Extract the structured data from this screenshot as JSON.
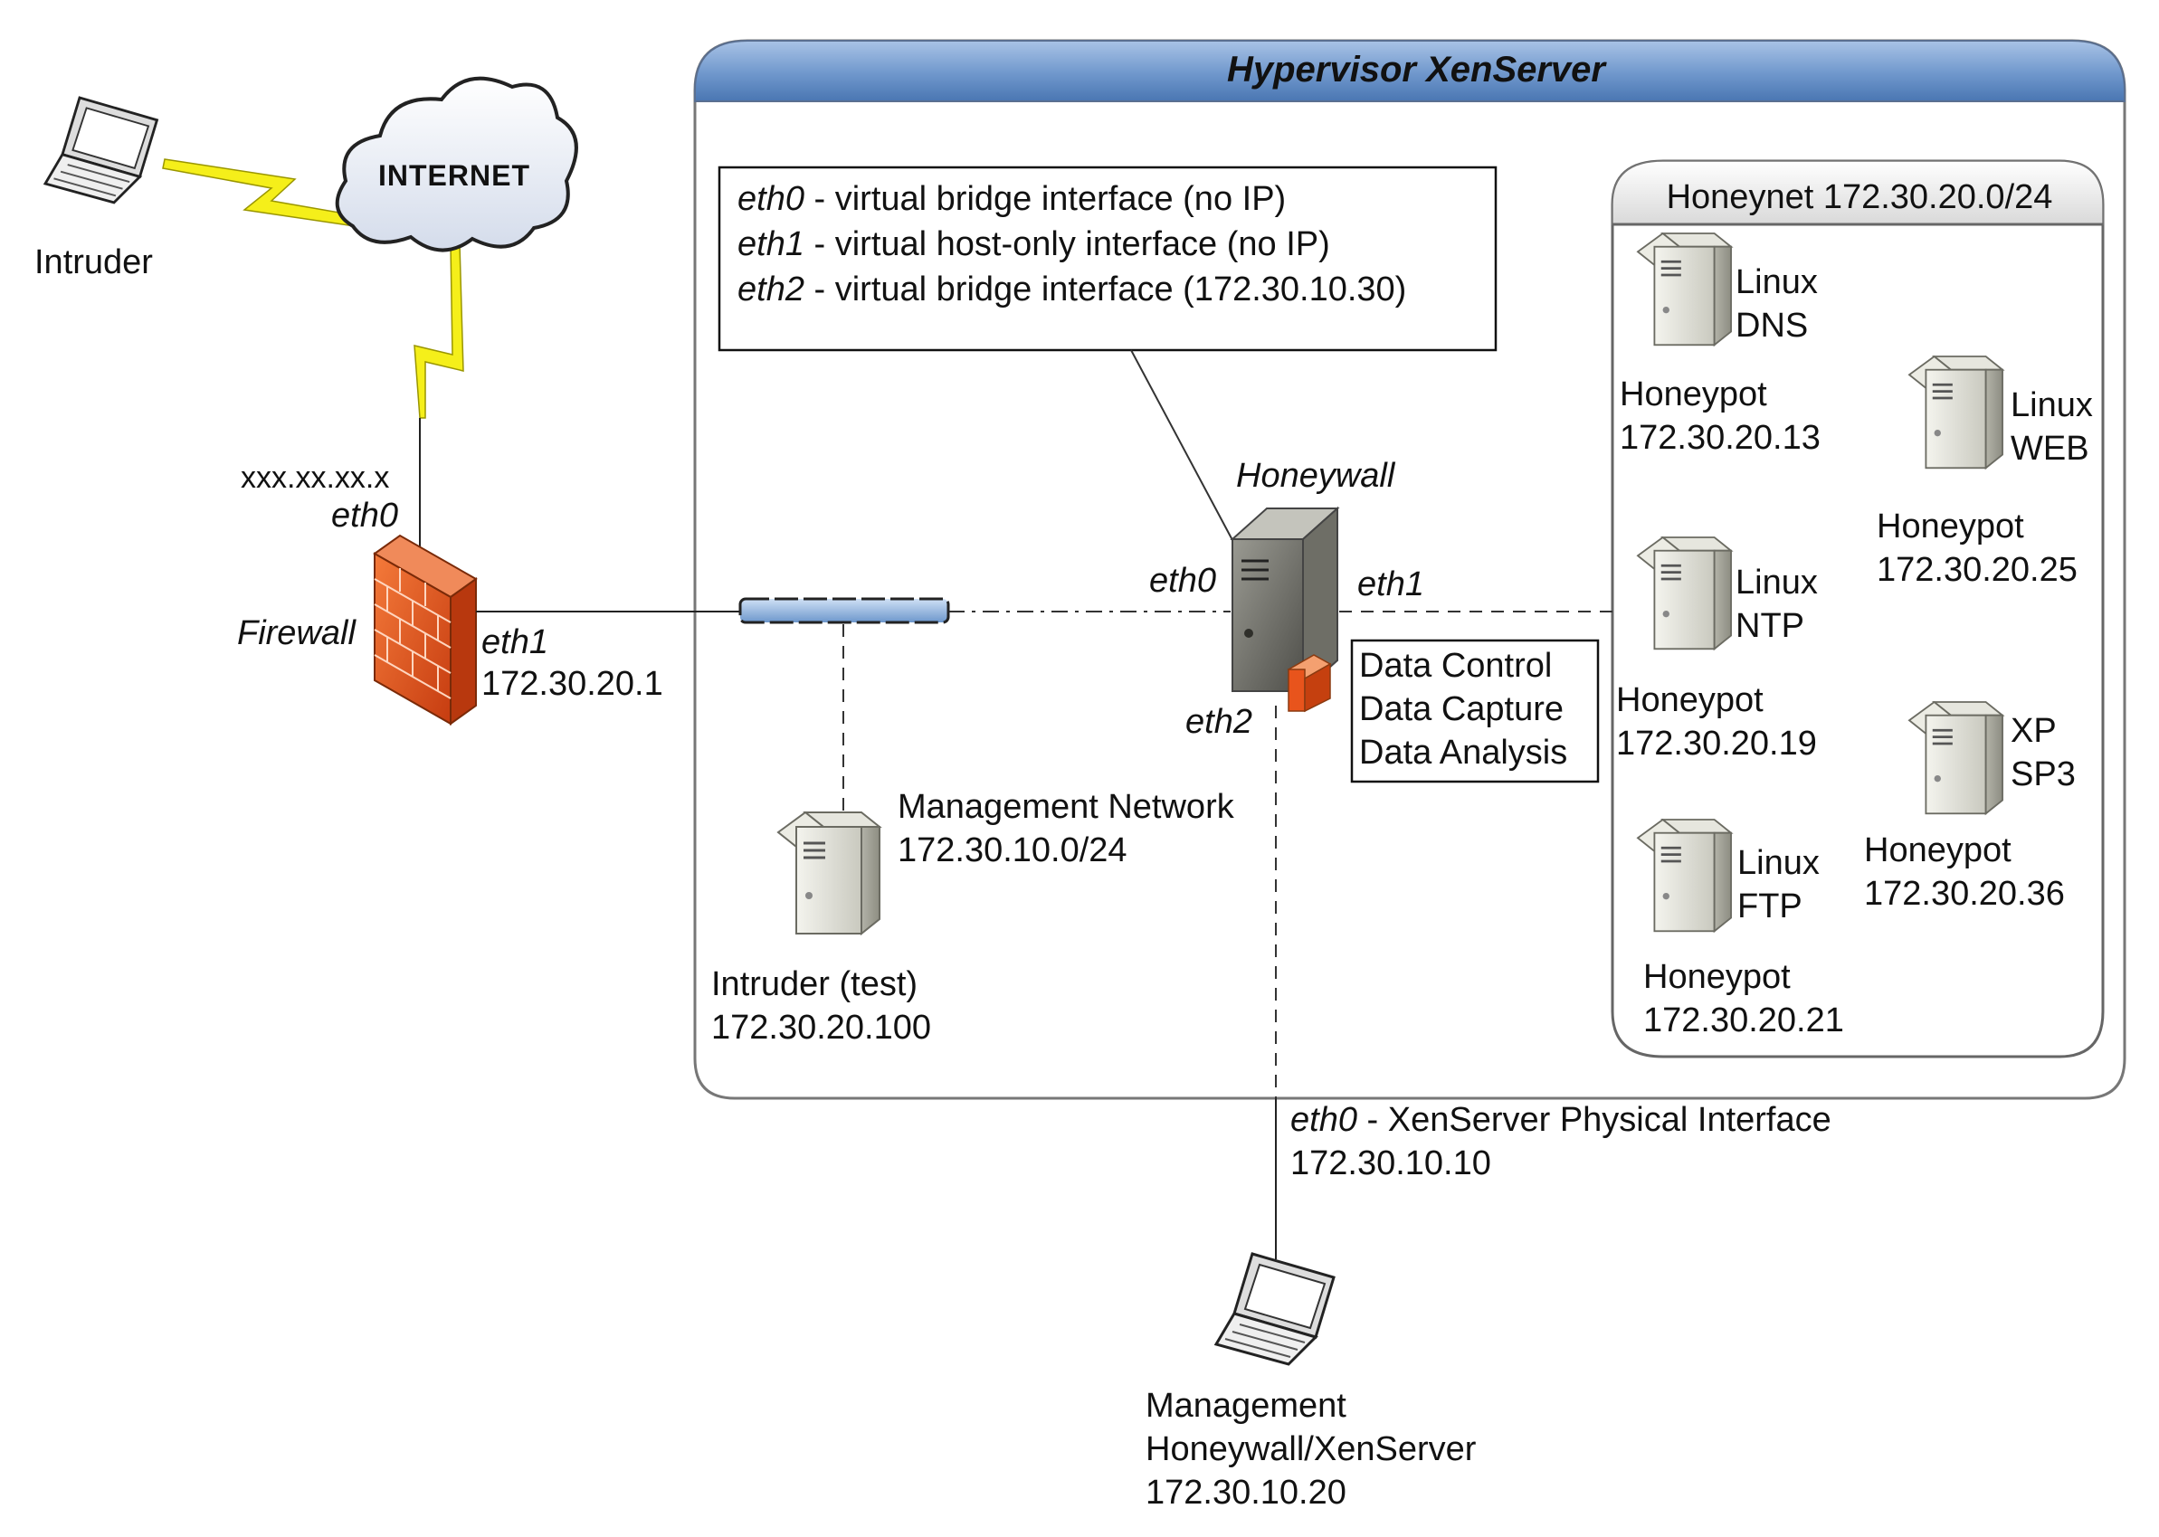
{
  "hypervisor": {
    "title": "Hypervisor XenServer"
  },
  "honeynet": {
    "title": "Honeynet 172.30.20.0/24",
    "honeypots": [
      {
        "os_line1": "Linux",
        "os_line2": "DNS",
        "label": "Honeypot",
        "ip": "172.30.20.13"
      },
      {
        "os_line1": "Linux",
        "os_line2": "WEB",
        "label": "Honeypot",
        "ip": "172.30.20.25"
      },
      {
        "os_line1": "Linux",
        "os_line2": "NTP",
        "label": "Honeypot",
        "ip": "172.30.20.19"
      },
      {
        "os_line1": "XP",
        "os_line2": "SP3",
        "label": "Honeypot",
        "ip": "172.30.20.36"
      },
      {
        "os_line1": "Linux",
        "os_line2": "FTP",
        "label": "Honeypot",
        "ip": "172.30.20.21"
      }
    ]
  },
  "interfaces_box": {
    "lines": [
      {
        "iface": "eth0",
        "desc": " - virtual bridge interface (no IP)"
      },
      {
        "iface": "eth1",
        "desc": " - virtual host-only interface (no IP)"
      },
      {
        "iface": "eth2",
        "desc": " - virtual bridge interface (172.30.10.30)"
      }
    ]
  },
  "intruder": {
    "label": "Intruder"
  },
  "internet": {
    "label": "INTERNET"
  },
  "firewall": {
    "label": "Firewall",
    "eth0_ip": "xxx.xx.xx.x",
    "eth0": "eth0",
    "eth1": "eth1",
    "eth1_ip": "172.30.20.1"
  },
  "honeywall": {
    "label": "Honeywall",
    "eth0": "eth0",
    "eth1": "eth1",
    "eth2": "eth2",
    "functions": [
      "Data Control",
      "Data Capture",
      "Data Analysis"
    ]
  },
  "management_network": {
    "line1": "Management Network",
    "line2": "172.30.10.0/24"
  },
  "intruder_test": {
    "label": "Intruder (test)",
    "ip": "172.30.20.100"
  },
  "xen_physical": {
    "iface": "eth0",
    "desc": " - XenServer Physical Interface",
    "ip": "172.30.10.10"
  },
  "management_host": {
    "line1": "Management",
    "line2": "Honeywall/XenServer",
    "ip": "172.30.10.20"
  },
  "colors": {
    "header_blue": "#5b86c0",
    "firewall_orange": "#e8541c",
    "lightning_yellow": "#f5ef1a",
    "server_gray": "#d8d8d8"
  },
  "icons": [
    "laptop-icon",
    "cloud-icon",
    "lightning-icon",
    "firewall-icon",
    "switch-icon",
    "server-icon"
  ]
}
